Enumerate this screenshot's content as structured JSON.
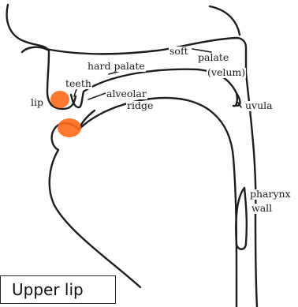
{
  "diagram": {
    "labels": {
      "soft": "soft",
      "palate": "palate",
      "velum": "(velum)",
      "hard_palate": "hard palate",
      "teeth": "teeth",
      "lip": "lip",
      "alveolar": "alveolar",
      "ridge": "ridge",
      "uvula": "uvula",
      "pharynx": "pharynx",
      "wall": "wall"
    },
    "highlight_color": "#ff6a1a"
  },
  "caption": {
    "text": "Upper lip"
  }
}
